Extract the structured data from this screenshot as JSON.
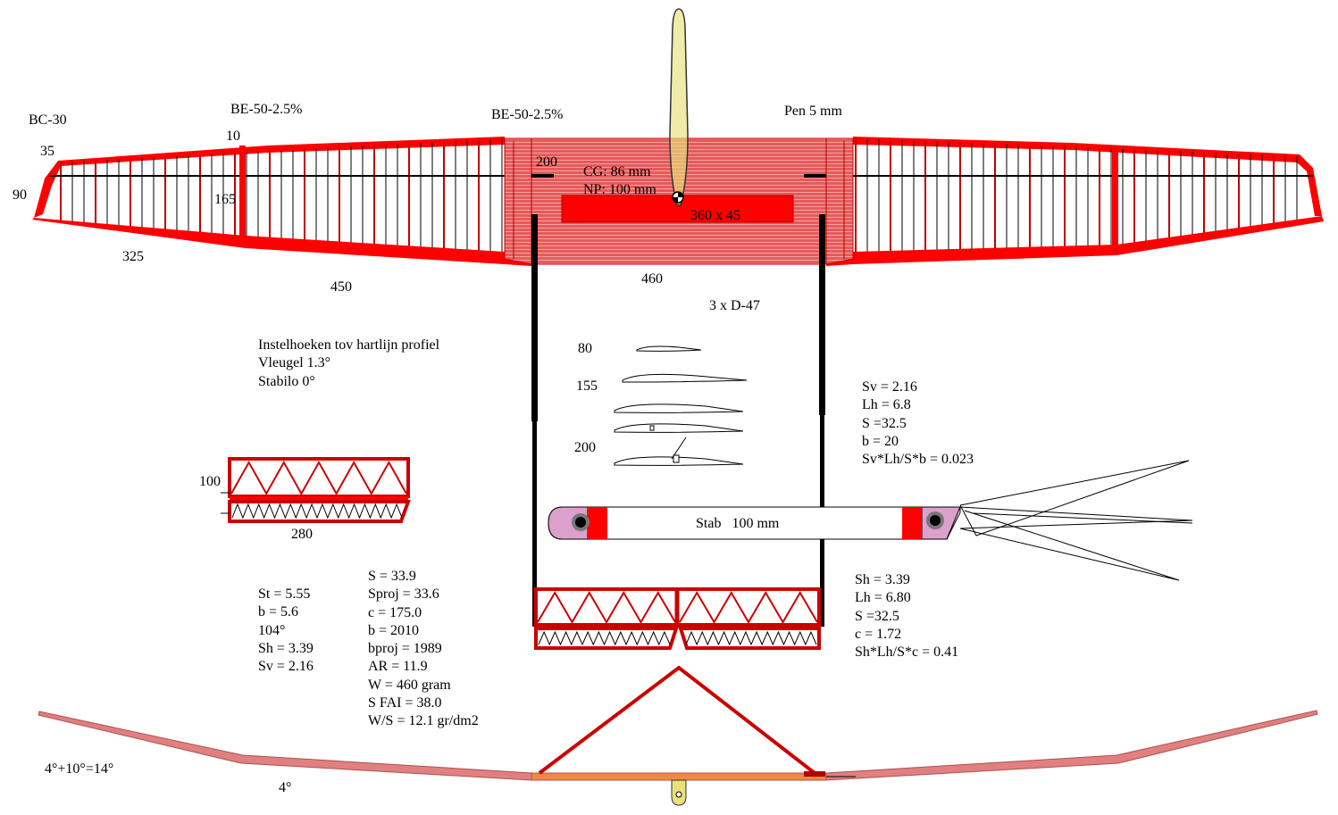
{
  "labels": {
    "bc30": "BC-30",
    "be50_left": "BE-50-2.5%",
    "be50_center": "BE-50-2.5%",
    "pen": "Pen 5 mm",
    "dim_35": "35",
    "dim_10": "10",
    "dim_90": "90",
    "dim_165": "165",
    "dim_200_wing": "200",
    "dim_325": "325",
    "dim_450": "450",
    "dim_460": "460",
    "cg": "CG: 86 mm",
    "np": "NP: 100 mm",
    "tank": "360 x 45",
    "profiles_title": "3 x D-47",
    "prof_80": "80",
    "prof_155": "155",
    "prof_200": "200",
    "fin_100": "100",
    "fin_280": "280",
    "stab": "Stab   100 mm",
    "dihedral_tip": "4°+10°=14°",
    "dihedral_inner": "4°"
  },
  "incidence": [
    "Instelhoeken tov hartlijn profiel",
    "Vleugel 1.3°",
    "Stabilo 0°"
  ],
  "vertical_tail": [
    "Sv = 2.16",
    "Lh = 6.8",
    "S =32.5",
    "b = 20",
    "Sv*Lh/S*b = 0.023"
  ],
  "fin_stats": [
    "St = 5.55",
    "b = 5.6",
    "104°",
    "Sh = 3.39",
    "Sv = 2.16"
  ],
  "wing_stats": [
    "S = 33.9",
    "Sproj = 33.6",
    "c = 175.0",
    "b = 2010",
    "bproj = 1989",
    "AR = 11.9",
    "W = 460 gram",
    "S FAI = 38.0",
    "W/S = 12.1 gr/dm2"
  ],
  "horizontal_tail": [
    "Sh = 3.39",
    "Lh = 6.80",
    "S =32.5",
    "c = 1.72",
    "Sh*Lh/S*c = 0.41"
  ],
  "colors": {
    "spar": "#ff0000",
    "sheeting": "#e85050",
    "fuselage": "#e8e07a",
    "dihedral_view": "#e08080",
    "stab_tip": "#dca0cc",
    "rib": "#c00000"
  }
}
